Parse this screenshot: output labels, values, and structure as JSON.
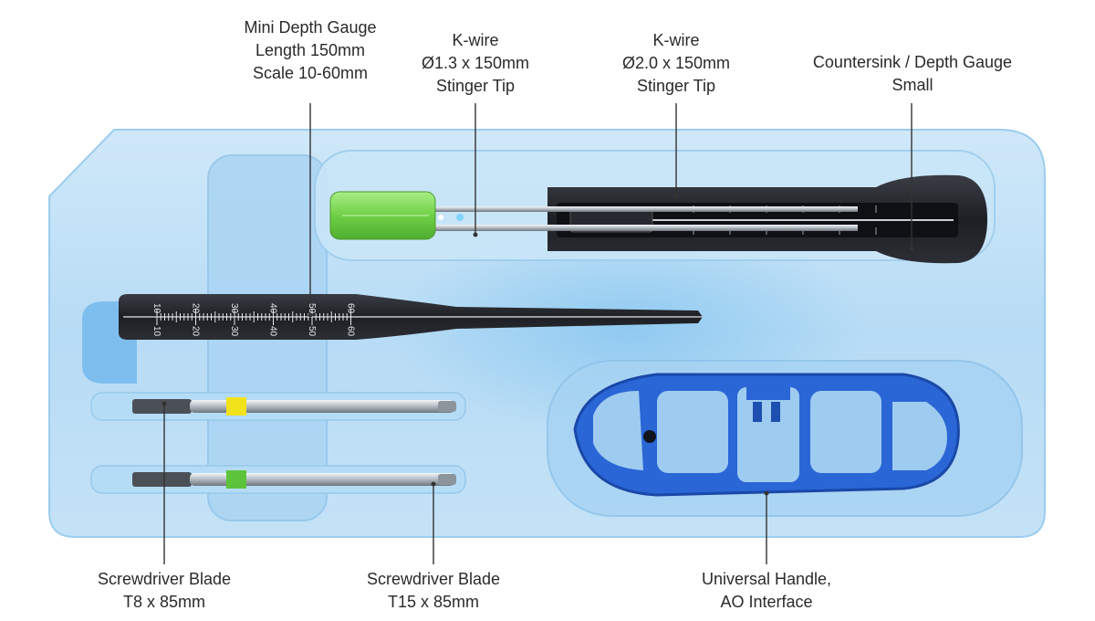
{
  "labels": {
    "mini_depth_gauge": [
      "Mini Depth Gauge",
      "Length 150mm",
      "Scale 10-60mm"
    ],
    "kwire_13": [
      "K-wire",
      "Ø1.3 x 150mm",
      "Stinger Tip"
    ],
    "kwire_20": [
      "K-wire",
      "Ø2.0 x 150mm",
      "Stinger Tip"
    ],
    "countersink": [
      "Countersink / Depth Gauge",
      "Small"
    ],
    "screwdriver_t8": [
      "Screwdriver Blade",
      "T8 x 85mm"
    ],
    "screwdriver_t15": [
      "Screwdriver Blade",
      "T15 x 85mm"
    ],
    "universal_handle": [
      "Universal Handle,",
      "AO Interface"
    ]
  },
  "gauge_scale_top": [
    "10",
    "20",
    "30",
    "40",
    "50",
    "60"
  ],
  "gauge_scale_bottom": [
    "10",
    "20",
    "30",
    "40",
    "50",
    "60"
  ],
  "colors": {
    "tray": "#bfe0f6",
    "tray_edge": "#8fc6ea",
    "instrument_black": "#1d1f24",
    "kwire_cap_green": "#7ed957",
    "t8_marker_yellow": "#f2e21b",
    "t15_marker_green": "#5cc43b",
    "handle_blue": "#1f5fd0",
    "leader_line": "#333333"
  }
}
